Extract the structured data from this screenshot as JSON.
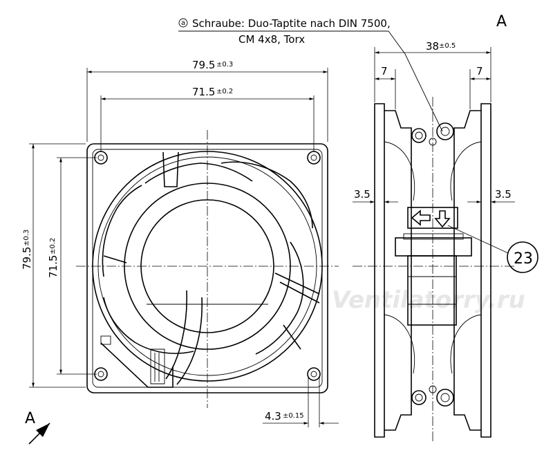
{
  "note": {
    "marker": "a",
    "line1": "Schraube: Duo-Taptite nach DIN 7500,",
    "line2": "CM 4x8, Torx"
  },
  "view_labels": {
    "top_right": "A",
    "arrow": "A"
  },
  "front_view": {
    "width_outer": {
      "value": "79.5",
      "tol": "±0.3"
    },
    "width_holes": {
      "value": "71.5",
      "tol": "±0.2"
    },
    "height_outer": {
      "value": "79.5",
      "tol": "±0.3"
    },
    "height_holes": {
      "value": "71.5",
      "tol": "±0.2"
    },
    "hole_dia": {
      "value": "4.3",
      "tol": "±0.15"
    }
  },
  "side_view": {
    "depth": {
      "value": "38",
      "tol": "±0.5"
    },
    "flange_left": "7",
    "flange_right": "7",
    "step_left": "3.5",
    "step_right": "3.5",
    "callout": "23"
  },
  "watermark": "Ventilatorry.ru"
}
